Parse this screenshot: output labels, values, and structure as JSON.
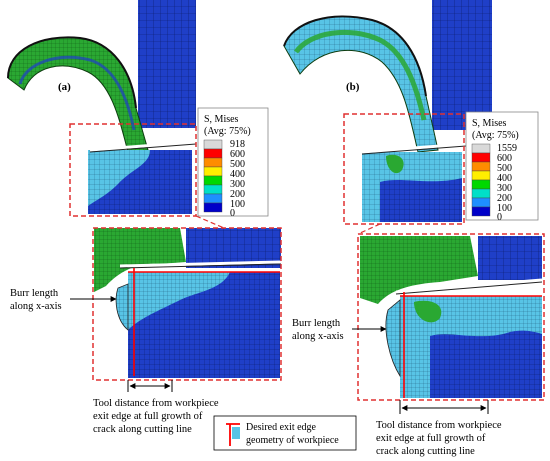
{
  "panels": [
    {
      "id": "a",
      "label": "(a)",
      "legend": {
        "title_line1": "S, Mises",
        "title_line2": "(Avg: 75%)",
        "levels": [
          "918",
          "600",
          "500",
          "400",
          "300",
          "200",
          "100",
          "0"
        ]
      },
      "burr_label_line1": "Burr length",
      "burr_label_line2": "along x-axis",
      "tool_label_line1": "Tool distance from workpiece",
      "tool_label_line2": "exit edge at full growth of",
      "tool_label_line3": "crack along cutting line"
    },
    {
      "id": "b",
      "label": "(b)",
      "legend": {
        "title_line1": "S, Mises",
        "title_line2": "(Avg: 75%)",
        "levels": [
          "1559",
          "600",
          "500",
          "400",
          "300",
          "200",
          "100",
          "0"
        ]
      },
      "burr_label_line1": "Burr length",
      "burr_label_line2": "along x-axis",
      "tool_label_line1": "Tool distance from workpiece",
      "tool_label_line2": "exit edge at full growth of",
      "tool_label_line3": "crack along cutting line"
    }
  ],
  "key": {
    "line1": "Desired exit edge",
    "line2": "geometry of workpiece"
  },
  "colors": {
    "legend_scale": [
      "#d9d9d9",
      "#ff0000",
      "#ff8c00",
      "#ffee00",
      "#00d800",
      "#00e0c8",
      "#1e90ff",
      "#0000c8"
    ],
    "mesh_blue": "#1f3fc8",
    "mesh_cyan": "#4fc0e0",
    "mesh_green": "#22b022",
    "zoom_box": "#e03030",
    "exit_edge": "#ff0000"
  }
}
